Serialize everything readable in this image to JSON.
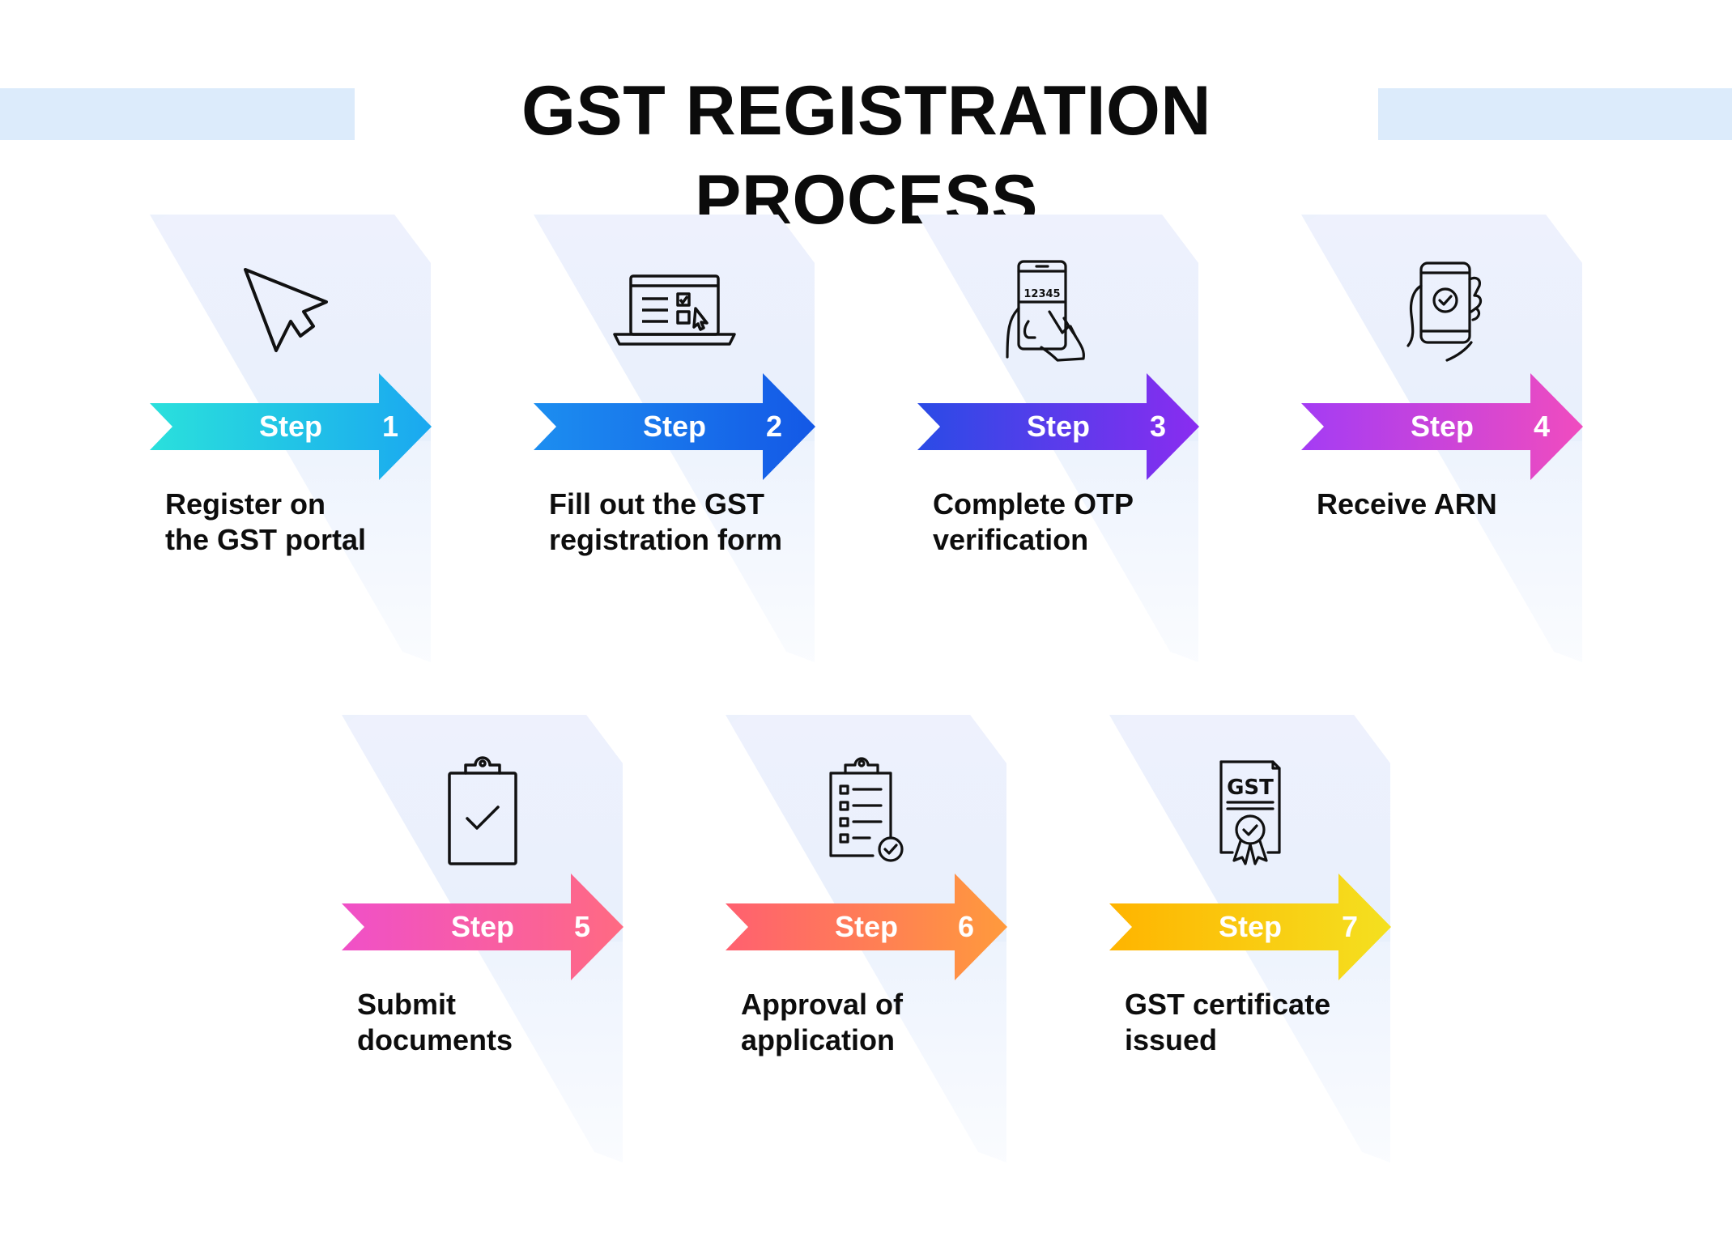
{
  "title": "GST REGISTRATION PROCESS",
  "steps": [
    {
      "word": "Step",
      "number": "1",
      "label_line1": "Register on",
      "label_line2": "the GST portal",
      "icon": "cursor-arrow-icon",
      "colors": [
        "#2ae0dc",
        "#1aa8f0"
      ]
    },
    {
      "word": "Step",
      "number": "2",
      "label_line1": "Fill out the GST",
      "label_line2": "registration form",
      "icon": "laptop-form-icon",
      "colors": [
        "#1c8ef0",
        "#1458e6"
      ]
    },
    {
      "word": "Step",
      "number": "3",
      "label_line1": "Complete OTP",
      "label_line2": "verification",
      "icon": "phone-otp-icon",
      "colors": [
        "#2a4be6",
        "#8a2cf0"
      ]
    },
    {
      "word": "Step",
      "number": "4",
      "label_line1": "Receive ARN",
      "label_line2": "",
      "icon": "phone-check-icon",
      "colors": [
        "#a43cf4",
        "#f04cbf"
      ]
    },
    {
      "word": "Step",
      "number": "5",
      "label_line1": "Submit",
      "label_line2": "documents",
      "icon": "clipboard-check-icon",
      "colors": [
        "#f050c8",
        "#ff6a82"
      ]
    },
    {
      "word": "Step",
      "number": "6",
      "label_line1": "Approval of",
      "label_line2": "application",
      "icon": "clipboard-list-icon",
      "colors": [
        "#ff6070",
        "#ff9a3c"
      ]
    },
    {
      "word": "Step",
      "number": "7",
      "label_line1": "GST certificate",
      "label_line2": "issued",
      "icon": "gst-certificate-icon",
      "colors": [
        "#ffb400",
        "#f4e020"
      ]
    }
  ],
  "icons": {
    "otp_digits": "12345",
    "gst_text": "GST"
  }
}
